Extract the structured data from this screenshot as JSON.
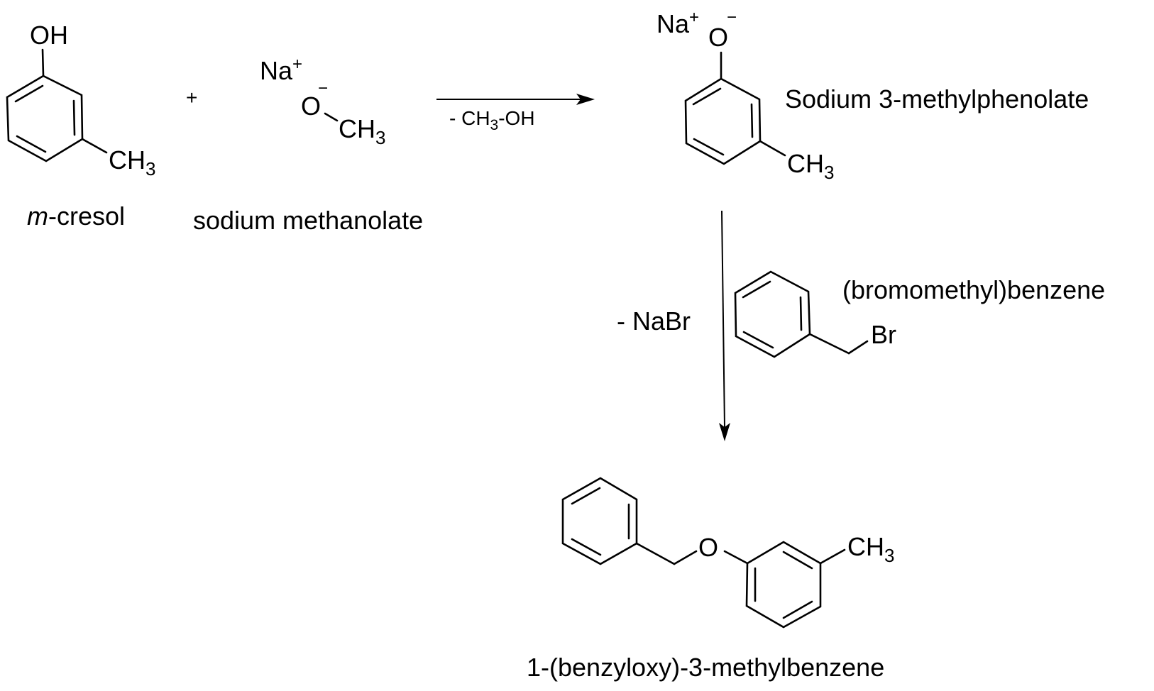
{
  "scheme": {
    "title": "Williamson ether synthesis of 1-(benzyloxy)-3-methylbenzene",
    "reactant_1": {
      "name": "m-cresol",
      "name_italic_prefix": "m",
      "name_rest": "-cresol",
      "substituent_top": "OH",
      "substituent_methyl": {
        "main": "CH",
        "sub": "3"
      }
    },
    "plus_sign": "+",
    "reactant_2": {
      "name": "sodium methanolate",
      "cation": {
        "main": "Na",
        "sup": "+"
      },
      "anion_atom": "O",
      "anion_charge": "−",
      "methyl": {
        "main": "CH",
        "sub": "3"
      }
    },
    "step_1": {
      "direction": "right",
      "byproduct": {
        "prefix": "- CH",
        "sub": "3",
        "suffix": "-OH"
      }
    },
    "intermediate": {
      "name": "Sodium 3-methylphenolate",
      "cation": {
        "main": "Na",
        "sup": "+"
      },
      "anion_atom": "O",
      "anion_charge": "−",
      "substituent_methyl": {
        "main": "CH",
        "sub": "3"
      }
    },
    "step_2": {
      "direction": "down",
      "byproduct": "- NaBr",
      "reagent": {
        "name": "(bromomethyl)benzene",
        "halogen": "Br"
      }
    },
    "product": {
      "name": "1-(benzyloxy)-3-methylbenzene",
      "ether_atom": "O",
      "substituent_methyl": {
        "main": "CH",
        "sub": "3"
      }
    }
  }
}
